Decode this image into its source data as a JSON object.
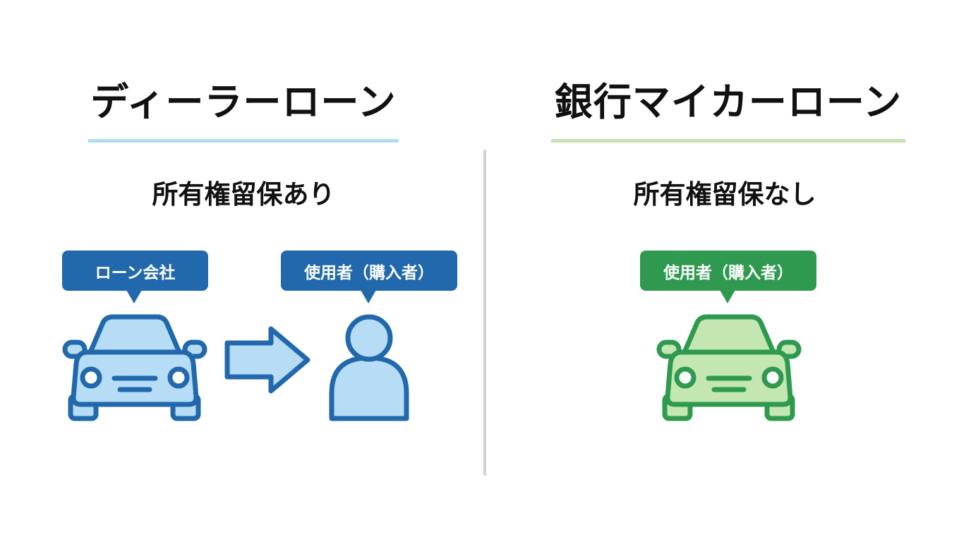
{
  "colors": {
    "blue_dark": "#2268ad",
    "blue_fill": "#b6ddf5",
    "blue_underline": "#b3dcf3",
    "green_dark": "#2f9a4f",
    "green_fill": "#c3e6b3",
    "green_underline": "#c2e3b0",
    "divider": "#d3d3d3"
  },
  "left_panel": {
    "title": "ディーラーローン",
    "subtitle": "所有権留保あり",
    "labels": {
      "owner": "ローン会社",
      "user": "使用者（購入者）"
    },
    "icons": [
      "car-icon",
      "arrow-right-icon",
      "person-icon"
    ]
  },
  "right_panel": {
    "title": "銀行マイカーローン",
    "subtitle": "所有権留保なし",
    "labels": {
      "user": "使用者（購入者）"
    },
    "icons": [
      "car-icon"
    ]
  }
}
